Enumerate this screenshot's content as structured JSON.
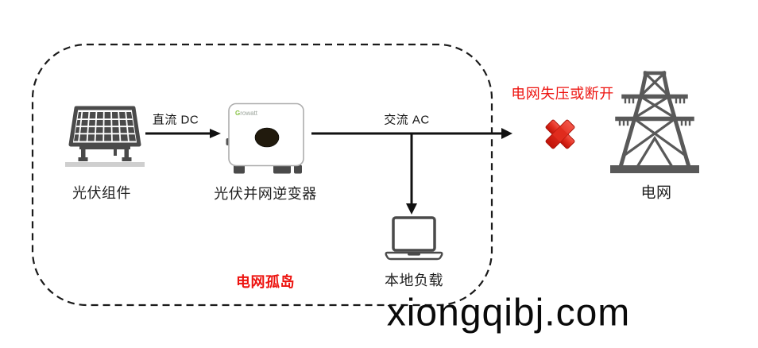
{
  "labels": {
    "dc": "直流 DC",
    "ac": "交流 AC",
    "pv_module": "光伏组件",
    "inverter": "光伏并网逆变器",
    "local_load": "本地负载",
    "grid": "电网",
    "fault": "电网失压或断开",
    "island": "电网孤岛"
  },
  "inverter_brand": {
    "initial": "G",
    "rest": "rowatt"
  },
  "watermark": "xiongqibj.com",
  "colors": {
    "alert_red": "#ed1410",
    "cross_red": "#e02b1d",
    "icon_gray": "#595959",
    "panel_gray": "#4a4a4a",
    "line_black": "#111111",
    "brand_green": "#8bc34a"
  }
}
